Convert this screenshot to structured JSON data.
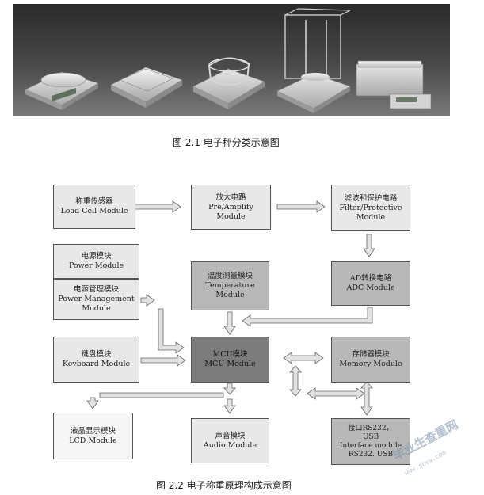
{
  "figure1": {
    "caption": "图 2.1 电子秤分类示意图"
  },
  "figure2": {
    "caption": "图 2.2 电子称重原理构成示意图",
    "boxes": {
      "loadcell": {
        "zh": "称重传感器",
        "en": "Load Cell Module"
      },
      "amplify": {
        "zh": "放大电路",
        "en1": "Pre/Amplify",
        "en2": "Module"
      },
      "filter": {
        "zh": "滤波和保护电路",
        "en1": "Filter/Protective",
        "en2": "Module"
      },
      "power": {
        "zh": "电源模块",
        "en": "Power Module"
      },
      "powermgmt": {
        "zh": "电源管理模块",
        "en1": "Power Management",
        "en2": "Module"
      },
      "temperature": {
        "zh": "温度测量模块",
        "en1": "Temperature",
        "en2": "Module"
      },
      "adc": {
        "zh": "AD转换电路",
        "en": "ADC Module"
      },
      "keyboard": {
        "zh": "键盘模块",
        "en": "Keyboard Module"
      },
      "mcu": {
        "zh": "MCU模块",
        "en": "MCU Module"
      },
      "memory": {
        "zh": "存储器模块",
        "en": "Memory Module"
      },
      "lcd": {
        "zh": "液晶显示模块",
        "en": "LCD Module"
      },
      "audio": {
        "zh": "声音模块",
        "en": "Audio Module"
      },
      "interface": {
        "l1": "接口RS232，",
        "l2": "USB",
        "l3": "Interface module",
        "l4": "RS232. USB"
      }
    }
  },
  "watermark": {
    "text": "毕业生查重网",
    "url": "www.sbvv.com"
  }
}
